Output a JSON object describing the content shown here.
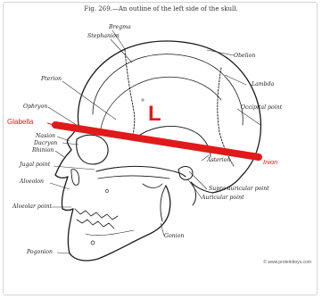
{
  "figure": {
    "caption": "Fig. 269.—An outline of the left side of the skull.",
    "watermark": "© www.proteinboys.com"
  },
  "labels": {
    "bregma": "Bregma",
    "stephanion": "Stephanion",
    "obelion": "Obelion",
    "lambda": "Lambda",
    "pterion": "Pterion",
    "occipital_point": "Occipital point",
    "ophryon": "Ophryon",
    "nasion": "Nasion",
    "dacryon": "Dacryon",
    "rhinion": "Rhinion",
    "jugal_point": "Jugal point",
    "alveolon": "Alveolon",
    "alveolar_point": "Alveolar point",
    "asterion": "Asterion",
    "supra_auricular_point": "Supra-auricular point",
    "auricular_point": "Auricular point",
    "gonion": "Gonion",
    "pogonion": "Pogonion"
  },
  "annotations": {
    "glabella": "Glabella",
    "inion": "Inion",
    "length_letter": "L",
    "color": "#e01a1a"
  }
}
